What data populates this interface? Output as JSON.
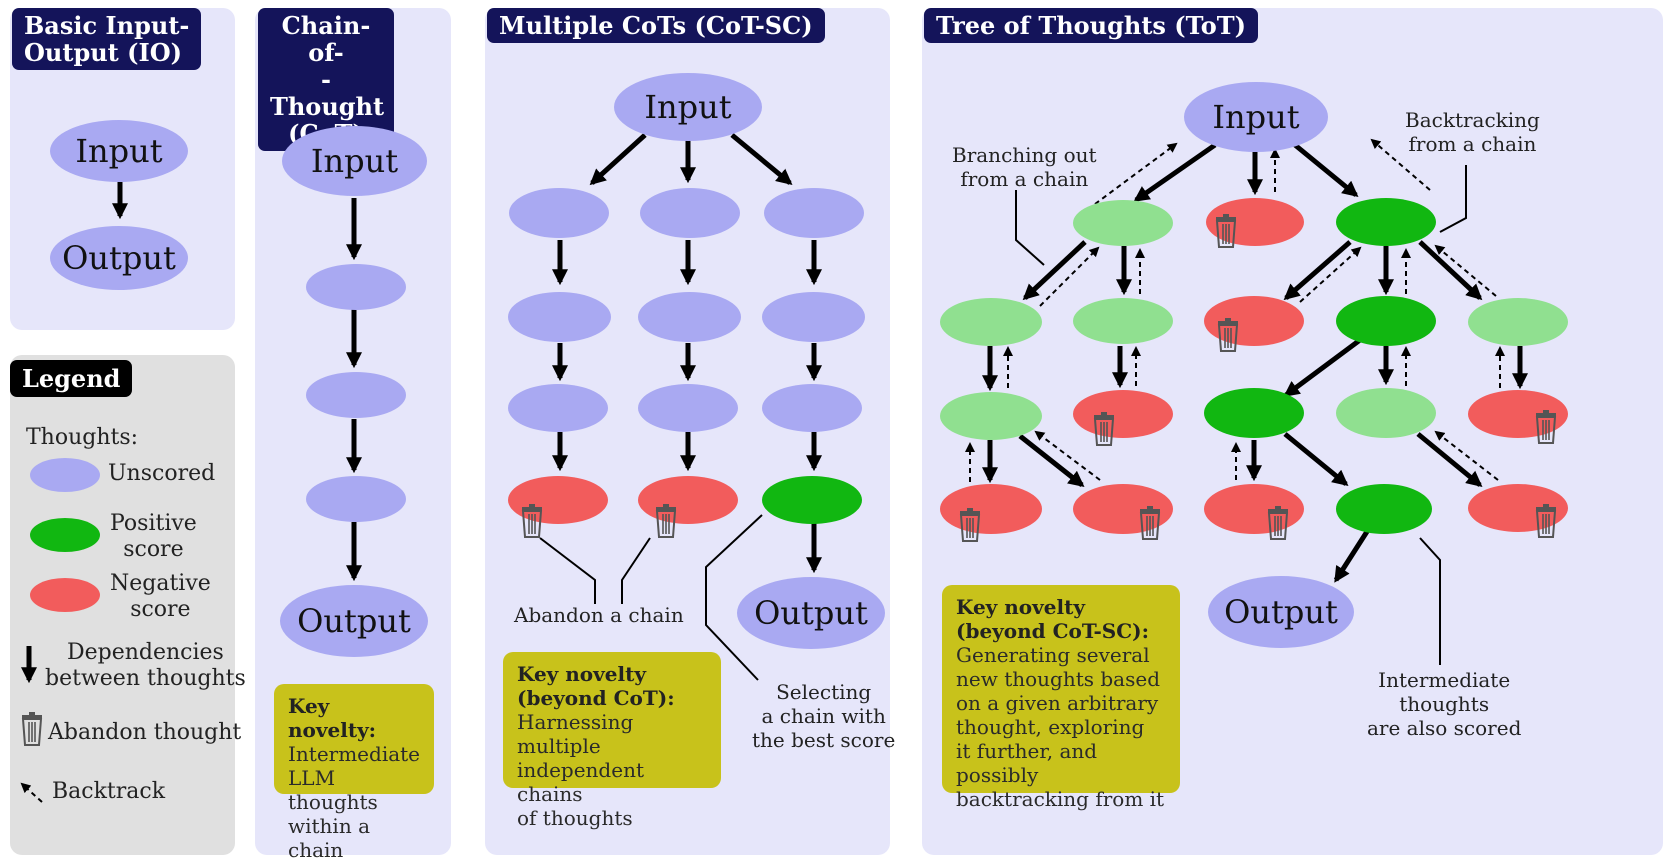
{
  "io": {
    "title": "Basic Input-\nOutput (IO)",
    "input": "Input",
    "output": "Output"
  },
  "cot": {
    "title": "Chain-of-\n-Thought\n(CoT)",
    "input": "Input",
    "output": "Output",
    "key_title": "Key novelty:",
    "key_text": "Intermediate\nLLM thoughts\nwithin a chain"
  },
  "cotsc": {
    "title": "Multiple CoTs (CoT-SC)",
    "input": "Input",
    "output": "Output",
    "abandon_label": "Abandon a chain",
    "select_label": "Selecting\na chain with\nthe best score",
    "key_title": "Key novelty\n(beyond CoT):",
    "key_text": "Harnessing multiple\nindependent chains\nof thoughts"
  },
  "tot": {
    "title": "Tree of Thoughts (ToT)",
    "input": "Input",
    "output": "Output",
    "branching_label": "Branching out\nfrom a chain",
    "backtracking_label": "Backtracking\nfrom a chain",
    "intermediate_label": "Intermediate\nthoughts\nare also scored",
    "key_title": "Key novelty\n(beyond CoT-SC):",
    "key_text": "Generating several\nnew thoughts based\non a given arbitrary\nthought, exploring\nit further, and possibly\nbacktracking from it"
  },
  "legend": {
    "title": "Legend",
    "thoughts_label": "Thoughts:",
    "unscored": "Unscored",
    "positive": "Positive\nscore",
    "negative": "Negative\nscore",
    "dependencies": "Dependencies\nbetween thoughts",
    "abandon": "Abandon thought",
    "backtrack": "Backtrack"
  },
  "colors": {
    "panel": "#e6e6fa",
    "title_bg": "#14145a",
    "unscored": "#a9a9f2",
    "positive": "#11b711",
    "positive_light": "#90e090",
    "negative": "#f25c5c",
    "key_bg": "#c8c21b"
  },
  "icons": [
    "arrow-icon",
    "trash-icon",
    "backtrack-icon"
  ]
}
